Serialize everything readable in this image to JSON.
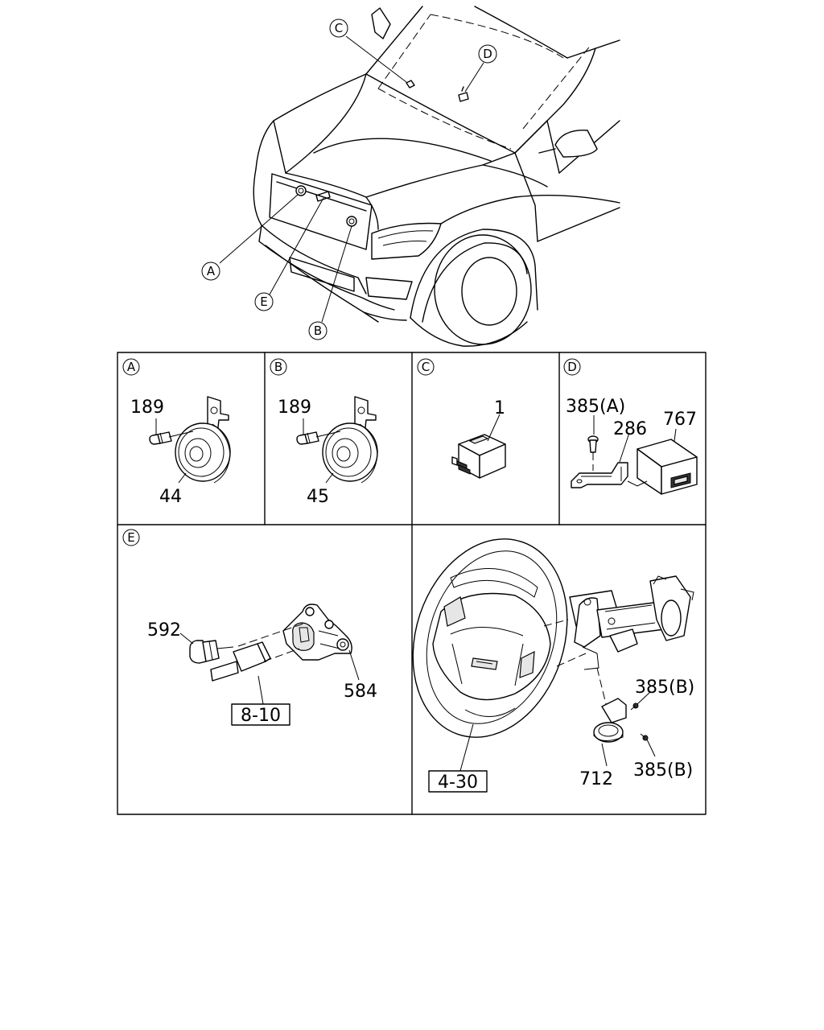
{
  "vehicle_callouts": [
    "A",
    "B",
    "C",
    "D",
    "E"
  ],
  "panels": {
    "A": {
      "letter": "A",
      "parts": [
        "189",
        "44"
      ]
    },
    "B": {
      "letter": "B",
      "parts": [
        "189",
        "45"
      ]
    },
    "C": {
      "letter": "C",
      "parts": [
        "1"
      ]
    },
    "D": {
      "letter": "D",
      "parts": [
        "385(A)",
        "286",
        "767"
      ]
    },
    "E": {
      "letter": "E",
      "parts": [
        "592",
        "584"
      ],
      "reference": "8-10"
    },
    "F": {
      "parts": [
        "385(B)",
        "712",
        "385(B)"
      ],
      "reference": "4-30"
    }
  }
}
